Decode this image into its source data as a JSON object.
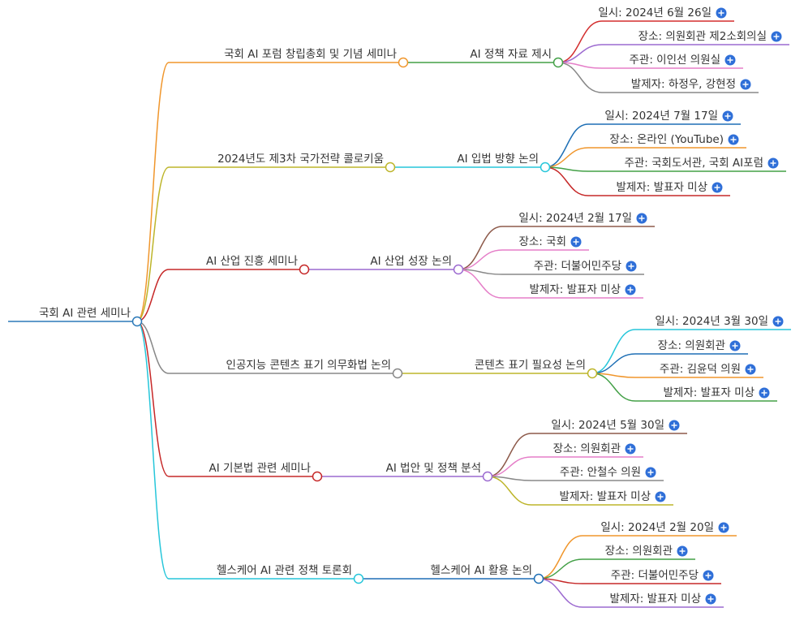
{
  "root": {
    "label": "국회 AI 관련 세미나",
    "color": "#2b79b8"
  },
  "branches": [
    {
      "label": "국회 AI 포럼 창립총회 및 기념 세미나",
      "color": "#f0962c",
      "topic": {
        "label": "AI 정책 자료 제시",
        "color": "#43a047"
      },
      "details": [
        {
          "label": "일시: 2024년 6월 26일",
          "color": "#d32f2f"
        },
        {
          "label": "장소: 의원회관 제2소회의실",
          "color": "#9c6ad0"
        },
        {
          "label": "주관: 이인선 의원실",
          "color": "#e57ec8"
        },
        {
          "label": "발제자: 하정우, 강현정",
          "color": "#888888"
        }
      ]
    },
    {
      "label": "2024년도 제3차 국가전략 콜로키움",
      "color": "#bdb52a",
      "topic": {
        "label": "AI 입법 방향 논의",
        "color": "#26c6da"
      },
      "details": [
        {
          "label": "일시: 2024년 7월 17일",
          "color": "#1e6fb5"
        },
        {
          "label": "장소: 온라인 (YouTube)",
          "color": "#f0962c"
        },
        {
          "label": "주관: 국회도서관, 국회 AI포럼",
          "color": "#43a047"
        },
        {
          "label": "발제자: 발표자 미상",
          "color": "#c62828"
        }
      ]
    },
    {
      "label": "AI 산업 진흥 세미나",
      "color": "#c62828",
      "topic": {
        "label": "AI 산업 성장 논의",
        "color": "#9c6ad0"
      },
      "details": [
        {
          "label": "일시: 2024년 2월 17일",
          "color": "#8d5a4a"
        },
        {
          "label": "장소: 국회",
          "color": "#e57ec8"
        },
        {
          "label": "주관: 더불어민주당",
          "color": "#888888"
        },
        {
          "label": "발제자: 발표자 미상",
          "color": "#e57ec8"
        }
      ]
    },
    {
      "label": "인공지능 콘텐츠 표기 의무화법 논의",
      "color": "#888888",
      "topic": {
        "label": "콘텐츠 표기 필요성 논의",
        "color": "#bdb52a"
      },
      "details": [
        {
          "label": "일시: 2024년 3월 30일",
          "color": "#26c6da"
        },
        {
          "label": "장소: 의원회관",
          "color": "#1e6fb5"
        },
        {
          "label": "주관: 김윤덕 의원",
          "color": "#f0962c"
        },
        {
          "label": "발제자: 발표자 미상",
          "color": "#43a047"
        }
      ]
    },
    {
      "label": "AI 기본법 관련 세미나",
      "color": "#c62828",
      "topic": {
        "label": "AI 법안 및 정책 분석",
        "color": "#9c6ad0"
      },
      "details": [
        {
          "label": "일시: 2024년 5월 30일",
          "color": "#8d5a4a"
        },
        {
          "label": "장소: 의원회관",
          "color": "#e57ec8"
        },
        {
          "label": "주관: 안철수 의원",
          "color": "#888888"
        },
        {
          "label": "발제자: 발표자 미상",
          "color": "#bdb52a"
        }
      ]
    },
    {
      "label": "헬스케어 AI 관련 정책 토론회",
      "color": "#26c6da",
      "topic": {
        "label": "헬스케어 AI 활용 논의",
        "color": "#1e6fb5"
      },
      "details": [
        {
          "label": "일시: 2024년 2월 20일",
          "color": "#f0962c"
        },
        {
          "label": "장소: 의원회관",
          "color": "#43a047"
        },
        {
          "label": "주관: 더불어민주당",
          "color": "#c62828"
        },
        {
          "label": "발제자: 발표자 미상",
          "color": "#9c6ad0"
        }
      ]
    }
  ],
  "icons": {
    "collapse": "circle-icon",
    "expand": "plus-icon"
  }
}
